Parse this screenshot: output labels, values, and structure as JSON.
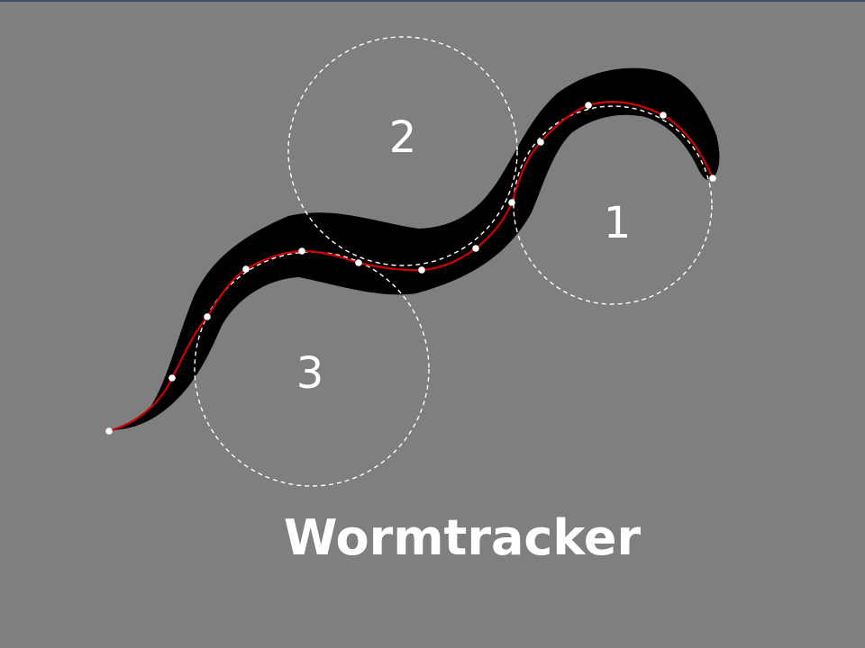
{
  "title": "Wormtracker",
  "regions": [
    {
      "label": "1"
    },
    {
      "label": "2"
    },
    {
      "label": "3"
    }
  ],
  "colors": {
    "background": "#7f7f7f",
    "worm_body": "#000000",
    "centerline": "#cc0000",
    "markers": "#ffffff",
    "region_outline": "#ffffff"
  }
}
